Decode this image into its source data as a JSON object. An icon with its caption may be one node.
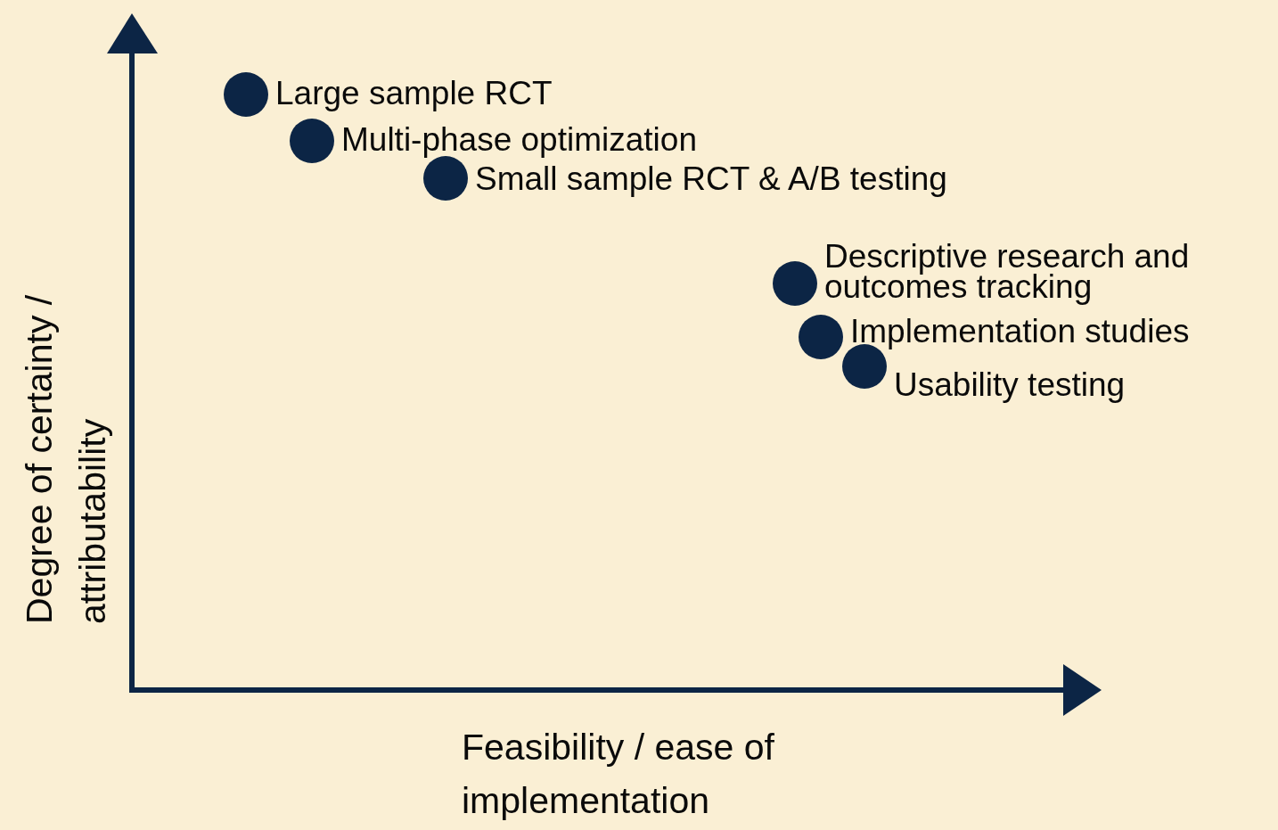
{
  "diagram": {
    "nodes": [
      {
        "text": [],
        "shape": "circle",
        "beside": [
          "Large sample RCT"
        ]
      },
      {
        "text": [],
        "shape": "circle",
        "beside": [
          "Multi-phase optimization"
        ]
      },
      {
        "text": [],
        "shape": "circle",
        "beside": [
          "Small sample RCT & A/B testing"
        ]
      },
      {
        "text": [],
        "shape": "circle",
        "beside": [
          "Descriptive research and outcomes tracking"
        ]
      },
      {
        "text": [],
        "shape": "circle",
        "beside": [
          "Implementation studies"
        ]
      },
      {
        "text": [],
        "shape": "circle",
        "beside": [
          "Usability testing"
        ]
      }
    ],
    "labels": [
      "Degree of certainty / attributability",
      "Feasibility / ease of implementation"
    ]
  }
}
